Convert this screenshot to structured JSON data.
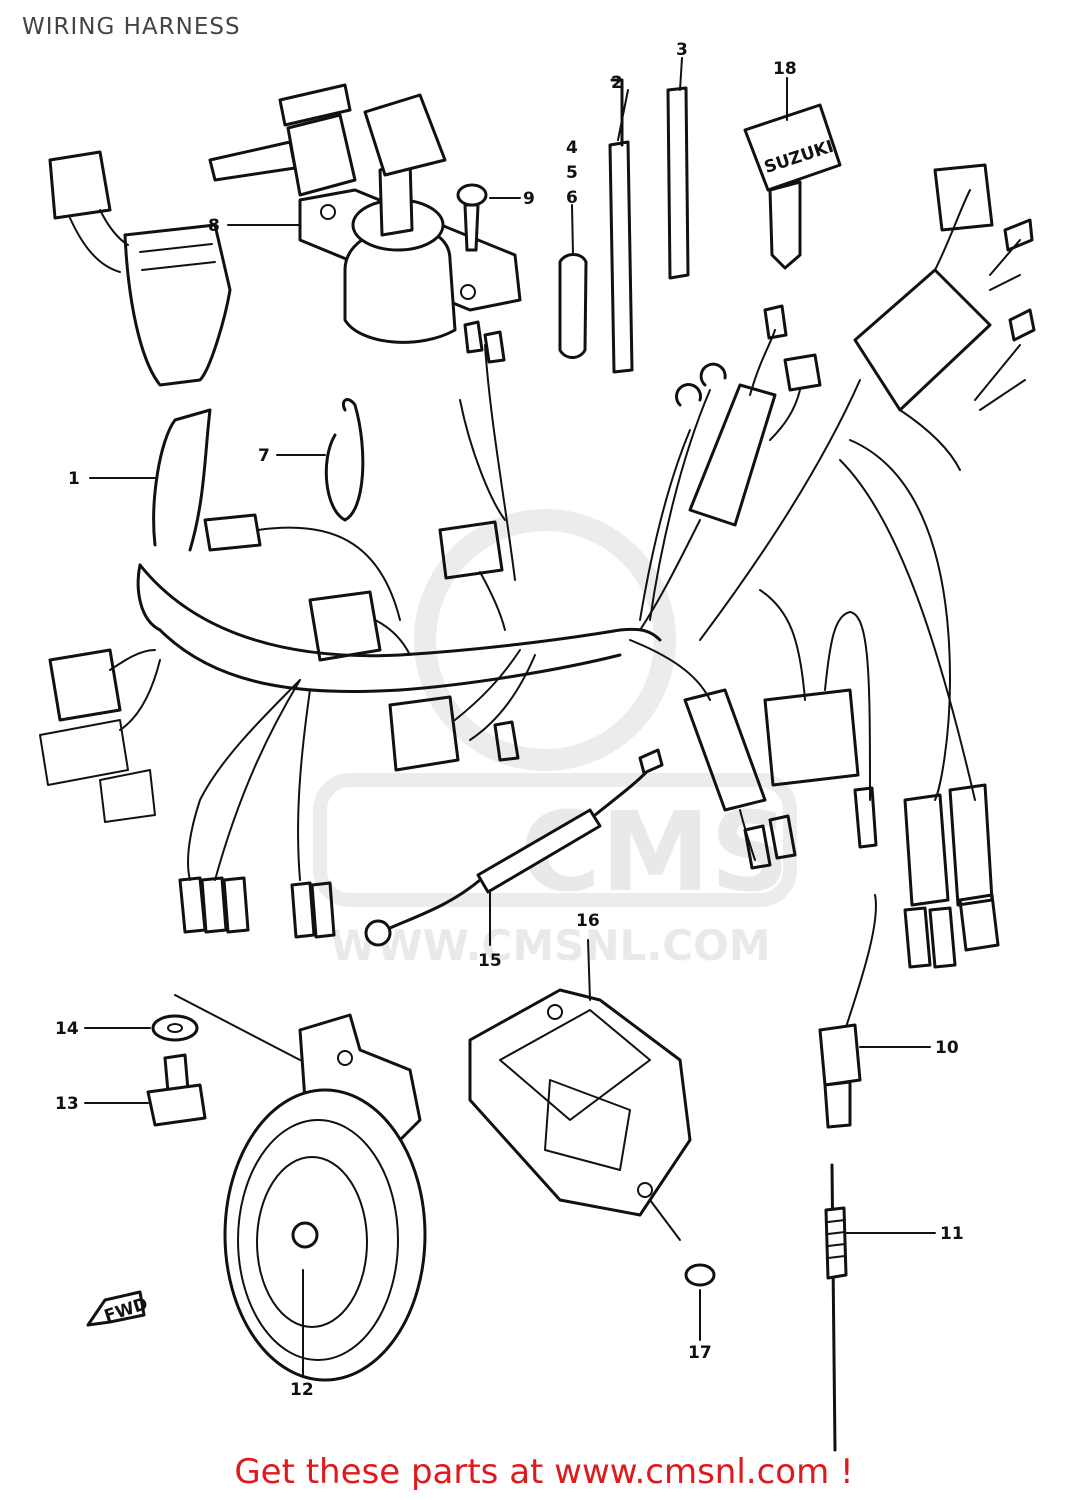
{
  "title": "WIRING HARNESS",
  "watermark": {
    "brand": "CMS",
    "url": "WWW.CMSNL.COM"
  },
  "callouts": {
    "c1": "1",
    "c2": "2",
    "c3": "3",
    "c4": "4",
    "c5": "5",
    "c6": "6",
    "c7": "7",
    "c8": "8",
    "c9": "9",
    "c10": "10",
    "c11": "11",
    "c12": "12",
    "c13": "13",
    "c14": "14",
    "c15": "15",
    "c16": "16",
    "c17": "17",
    "c18": "18"
  },
  "key_brand": "SUZUKI",
  "front_arrow": "FWD",
  "footer": "Get these parts at www.cmsnl.com !"
}
